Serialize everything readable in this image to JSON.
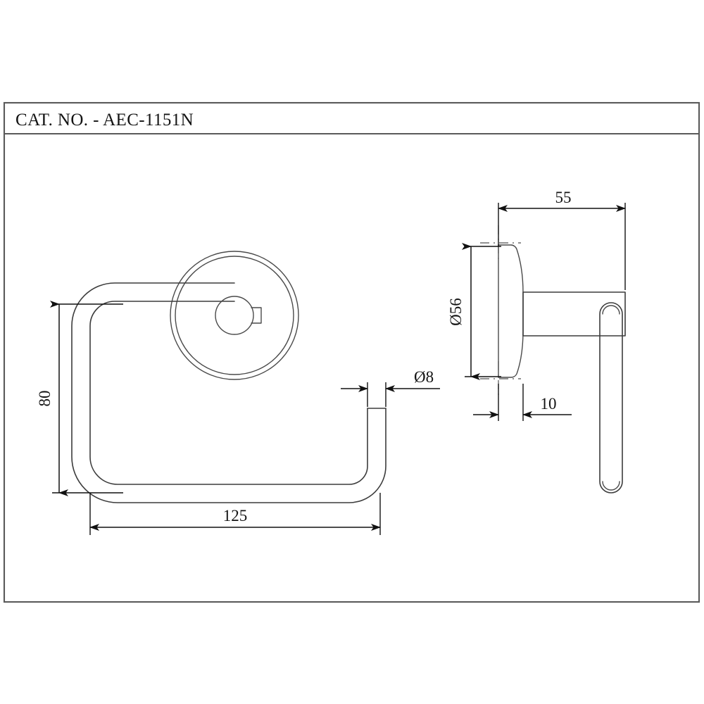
{
  "sheet": {
    "title_label": "CAT. NO. - AEC-1151N",
    "background_color": "#ffffff",
    "frame_color": "#5a5a5a",
    "line_color": "#3c3c3c",
    "dimension_color": "#111111"
  },
  "drawing": {
    "product": "toilet paper holder",
    "views": [
      {
        "name": "front-view",
        "label": ""
      },
      {
        "name": "side-view",
        "label": ""
      }
    ]
  },
  "dimensions": {
    "height_80": {
      "value": "80",
      "view": "front-view",
      "orientation": "vertical"
    },
    "width_125": {
      "value": "125",
      "view": "front-view",
      "orientation": "horizontal"
    },
    "diameter_8": {
      "value": "Ø8",
      "view": "front-view",
      "orientation": "horizontal"
    },
    "depth_55": {
      "value": "55",
      "view": "side-view",
      "orientation": "horizontal"
    },
    "diameter_56": {
      "value": "Ø56",
      "view": "side-view",
      "orientation": "vertical"
    },
    "plate_10": {
      "value": "10",
      "view": "side-view",
      "orientation": "horizontal"
    }
  }
}
